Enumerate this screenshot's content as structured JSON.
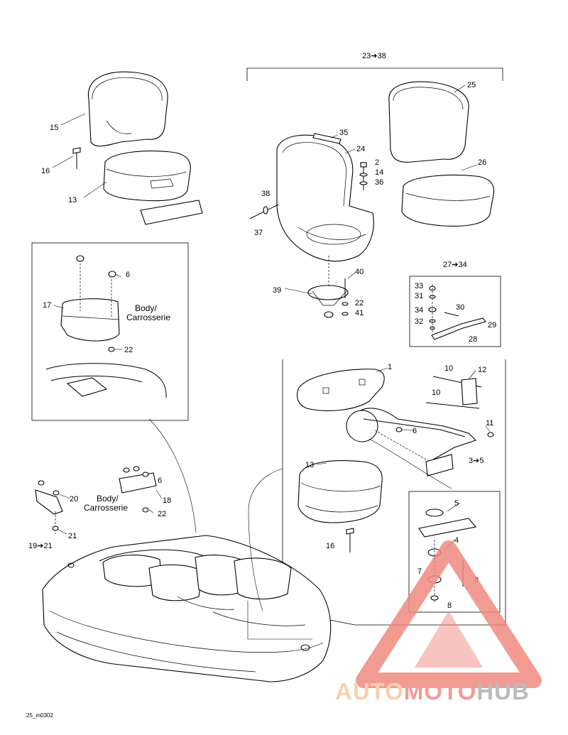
{
  "callouts": {
    "c1": "1",
    "c2": "2",
    "c3_5": "3➔5",
    "c4": "4",
    "c5": "5",
    "c6a": "6",
    "c6b": "6",
    "c6c": "6",
    "c7": "7",
    "c8": "8",
    "c9": "9",
    "c10a": "10",
    "c10b": "10",
    "c11": "11",
    "c12": "12",
    "c13a": "13",
    "c13b": "13",
    "c14": "14",
    "c15": "15",
    "c16a": "16",
    "c16b": "16",
    "c17": "17",
    "c18": "18",
    "c19_21": "19➔21",
    "c20": "20",
    "c21": "21",
    "c22a": "22",
    "c22b": "22",
    "c22c": "22",
    "c23_38": "23➔38",
    "c24": "24",
    "c25": "25",
    "c26": "26",
    "c27_34": "27➔34",
    "c28": "28",
    "c29": "29",
    "c30": "30",
    "c31": "31",
    "c32": "32",
    "c33": "33",
    "c34": "34",
    "c35": "35",
    "c36": "36",
    "c37": "37",
    "c38": "38",
    "c39": "39",
    "c40": "40",
    "c41": "41"
  },
  "notes": {
    "body_a_line1": "Body/",
    "body_a_line2": "Carrosserie",
    "body_b_line1": "Body/",
    "body_b_line2": "Carrosserie"
  },
  "footer": {
    "ref_code": "25_m0302"
  },
  "watermark": {
    "brand_part1": "AUTO",
    "brand_part2": "MOTO",
    "brand_part3": "HUB",
    "color_primary": "#f08a80",
    "color_secondary": "#f5c9a0",
    "color_tertiary": "#b0b0b0"
  }
}
